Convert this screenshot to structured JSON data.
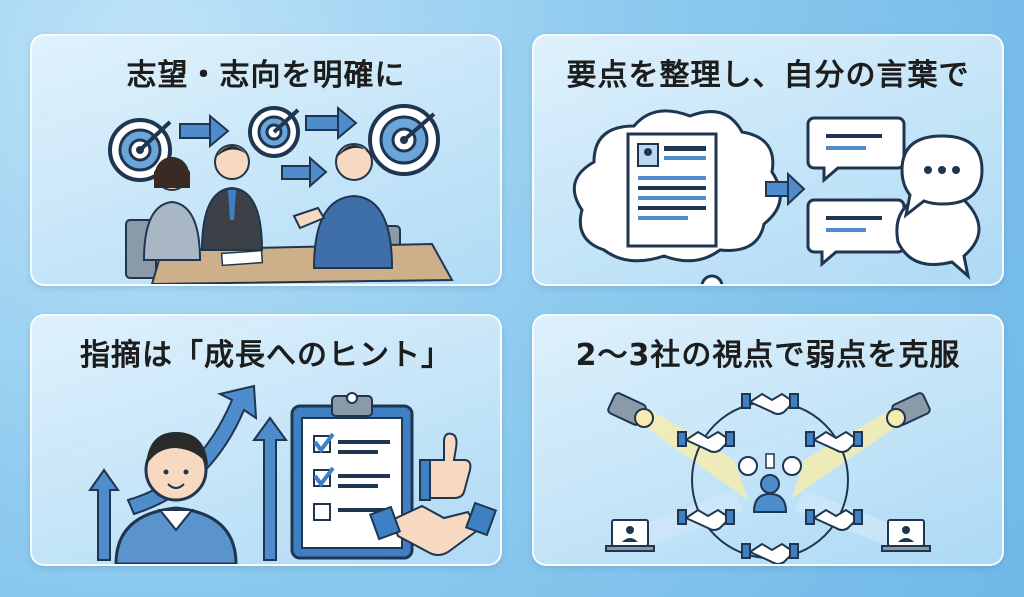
{
  "panels": [
    {
      "title": "志望・志向を明確に"
    },
    {
      "title": "要点を整理し、自分の言葉で"
    },
    {
      "title": "指摘は「成長へのヒント」"
    },
    {
      "title": "2〜3社の視点で弱点を克服"
    }
  ],
  "icons": {
    "panel1": [
      "target-icon",
      "arrow-right-icon",
      "people-meeting-icon"
    ],
    "panel2": [
      "thought-cloud-icon",
      "resume-document-icon",
      "speech-bubble-icon",
      "ellipsis-icon"
    ],
    "panel3": [
      "person-icon",
      "growth-arrow-icon",
      "clipboard-checklist-icon",
      "thumbs-up-icon",
      "handshake-icon"
    ],
    "panel4": [
      "spotlight-icon",
      "handshake-icon",
      "person-icon",
      "laptop-icon"
    ]
  },
  "colors": {
    "accent_blue": "#3f7fc4",
    "dark_navy": "#1f3550",
    "panel_bg": "#d6ecfa",
    "spotlight": "#f6ecb0"
  }
}
